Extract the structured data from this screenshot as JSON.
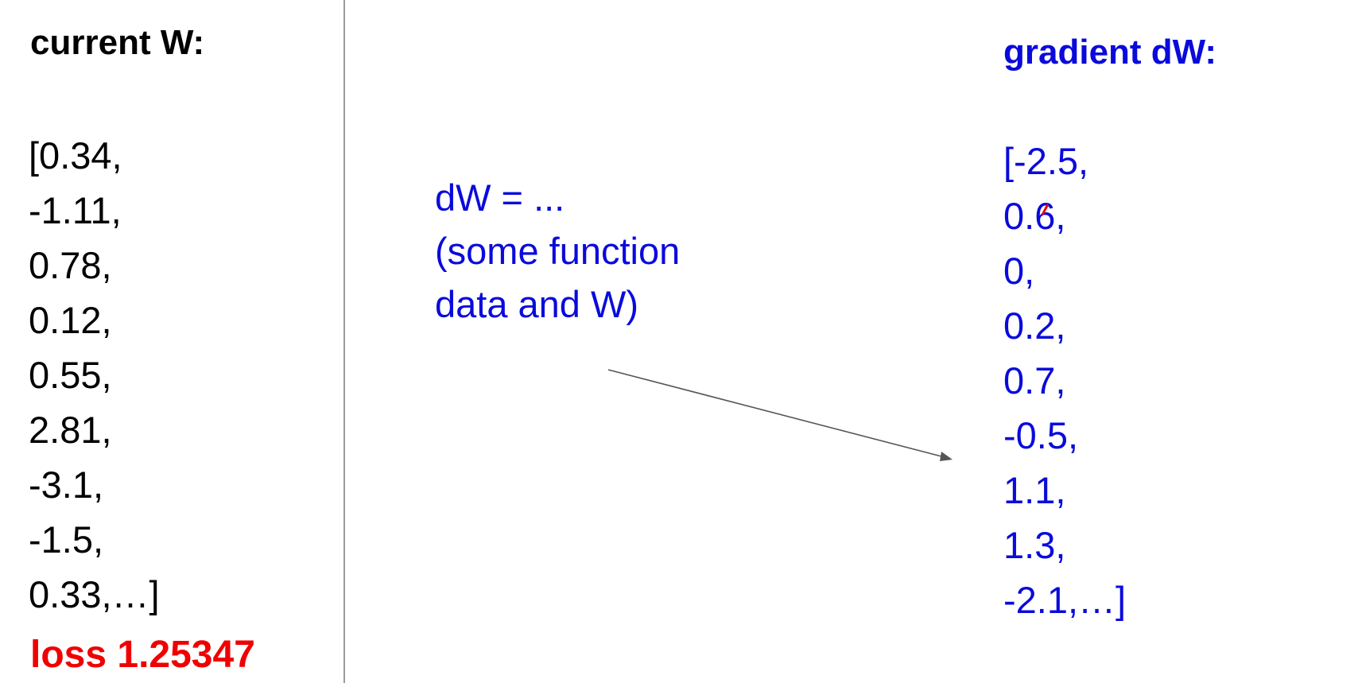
{
  "colors": {
    "text": "#000000",
    "accent_blue": "#0a0adc",
    "loss_red": "#f00000",
    "arrow": "#555555",
    "divider": "#9a9a9a"
  },
  "left": {
    "title": "current W:",
    "values": [
      "[0.34,",
      "-1.11,",
      "0.78,",
      "0.12,",
      "0.55,",
      "2.81,",
      "-3.1,",
      "-1.5,",
      "0.33,…]"
    ],
    "loss_label": "loss 1.25347"
  },
  "middle": {
    "lines": [
      "dW = ...",
      "(some function",
      "data and W)"
    ]
  },
  "right": {
    "title": "gradient dW:",
    "values": [
      "[-2.5,",
      "0.6,",
      "0,",
      "0.2,",
      "0.7,",
      "-0.5,",
      "1.1,",
      "1.3,",
      "-2.1,…]"
    ]
  }
}
